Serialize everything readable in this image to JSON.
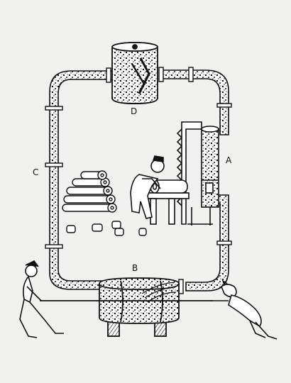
{
  "labels": {
    "a": "A",
    "b": "B",
    "c": "C",
    "d": "D"
  },
  "colors": {
    "ink": "#111111",
    "paper": "#f1f1ef",
    "pipe_fill": "#ffffff"
  }
}
